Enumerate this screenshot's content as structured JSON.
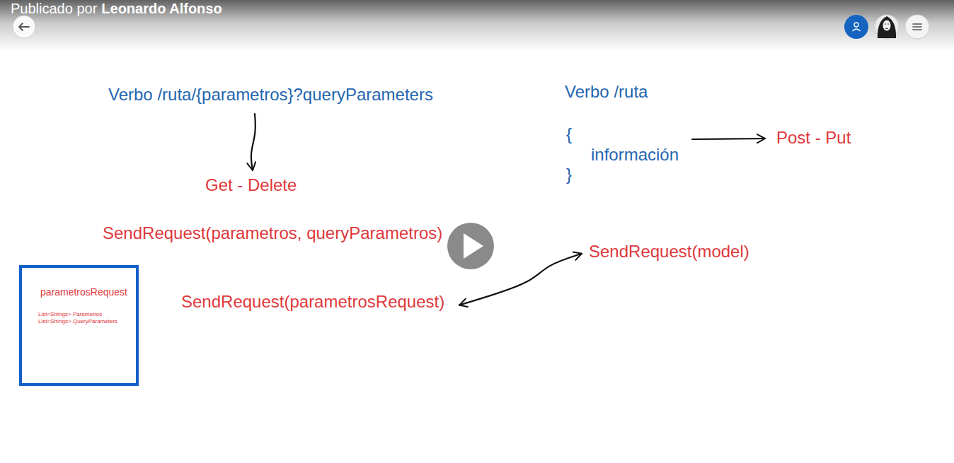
{
  "diagram": {
    "nodes": [
      {
        "text": [
          "Verbo /ruta/{parametros}?queryParameters"
        ]
      },
      {
        "text": [
          "Verbo /ruta",
          "{",
          "información",
          "}"
        ]
      },
      {
        "text": [
          "Post - Put"
        ]
      },
      {
        "text": [
          "Get - Delete"
        ]
      },
      {
        "text": [
          "SendRequest(model)"
        ]
      },
      {
        "text": [
          "parametrosRequest",
          "List<Strings> Parametros",
          "List<Strings> QueryParameters"
        ]
      },
      {
        "text": [
          "SendRequest(parametrosRequest)"
        ]
      }
    ],
    "edges": [
      {
        "from": 0,
        "to": 3,
        "arrow": "to"
      },
      {
        "from": 1,
        "to": 2,
        "arrow": "to"
      },
      {
        "from": 4,
        "to": 6,
        "arrow": "both"
      }
    ],
    "labels": [
      "Publicado por",
      "Leonardo Alfonso",
      "SendRequest(parametros, queryParametros)"
    ]
  }
}
